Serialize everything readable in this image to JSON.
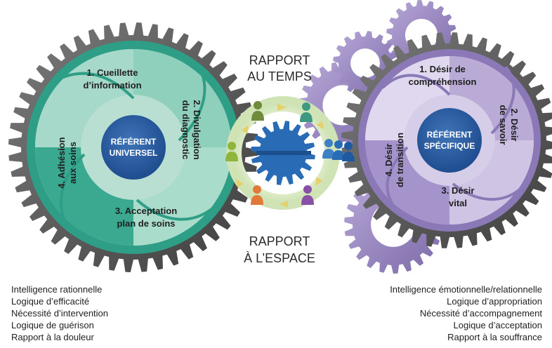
{
  "left_gear": {
    "center_line1": "RÉFÉRENT",
    "center_line2": "UNIVERSEL",
    "segment1_line1": "1. Cueillette",
    "segment1_line2": "d’information",
    "segment2_line1": "2. Divulgation",
    "segment2_line2": "du diagnostic",
    "segment3_line1": "3. Acceptation",
    "segment3_line2": "plan de soins",
    "segment4_line1": "4. Adhésion",
    "segment4_line2": "aux soins",
    "colors": {
      "outer": "#5a5a5a",
      "ring": "#2e9f86",
      "light": "#b9dfd2",
      "mid": "#8ccfbc",
      "center": "#27589c"
    }
  },
  "right_gear": {
    "center_line1": "RÉFÉRENT",
    "center_line2": "SPÉCIFIQUE",
    "segment1_line1": "1. Désir de",
    "segment1_line2": "compréhension",
    "segment2_line1": "2. Désir",
    "segment2_line2": "de savoir",
    "segment3_line1": "3. Désir",
    "segment3_line2": "vital",
    "segment4_line1": "4. Désir",
    "segment4_line2": "de transition",
    "colors": {
      "outer": "#5a5a5a",
      "ring": "#8a78b7",
      "light": "#d6cde8",
      "mid": "#b9abd6",
      "center": "#27589c"
    }
  },
  "center": {
    "top_line1": "RAPPORT",
    "top_line2": "AU TEMPS",
    "bottom_line1": "RAPPORT",
    "bottom_line2": "À L’ESPACE",
    "gear_color": "#2a6bb5"
  },
  "left_list": [
    "Intelligence rationnelle",
    "Logique d’efficacité",
    "Nécessité d’intervention",
    "Logique de guérison",
    "Rapport à la douleur"
  ],
  "right_list": [
    "Intelligence émotionnelle/relationnelle",
    "Logique d’appropriation",
    "Nécessité d’accompagnement",
    "Logique d’acceptation",
    "Rapport à la souffrance"
  ]
}
